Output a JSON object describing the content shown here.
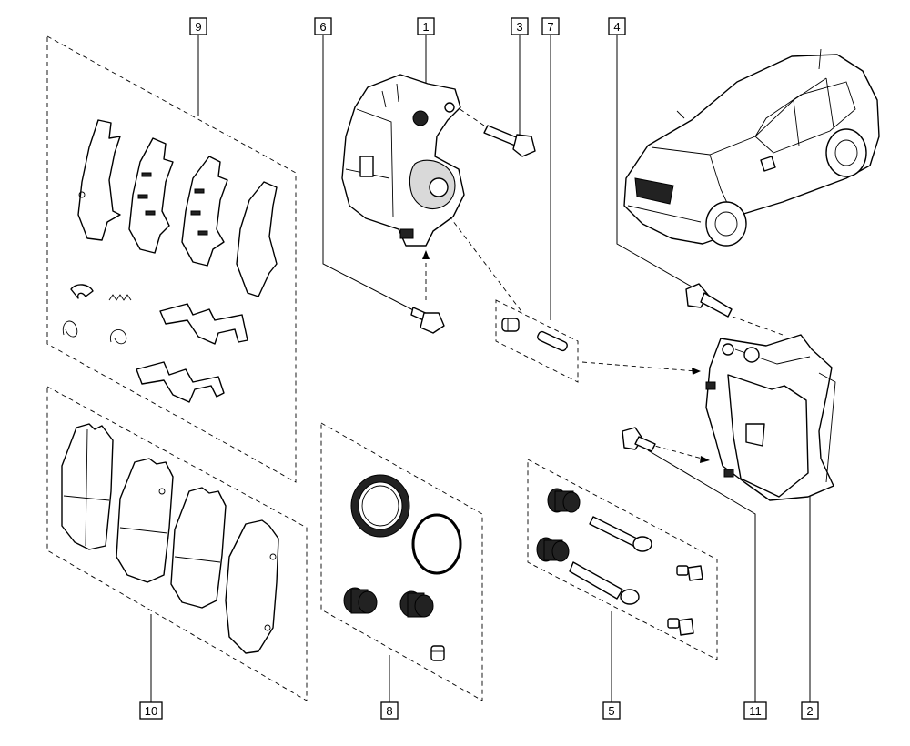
{
  "callouts": [
    {
      "id": "c9",
      "text": "9"
    },
    {
      "id": "c6",
      "text": "6"
    },
    {
      "id": "c1",
      "text": "1"
    },
    {
      "id": "c3",
      "text": "3"
    },
    {
      "id": "c7",
      "text": "7"
    },
    {
      "id": "c4",
      "text": "4"
    },
    {
      "id": "c10",
      "text": "10"
    },
    {
      "id": "c8",
      "text": "8"
    },
    {
      "id": "c5",
      "text": "5"
    },
    {
      "id": "c11",
      "text": "11"
    },
    {
      "id": "c2",
      "text": "2"
    }
  ],
  "colors": {
    "line": "#000000",
    "background": "#ffffff",
    "shade": "#d9d9d9"
  }
}
